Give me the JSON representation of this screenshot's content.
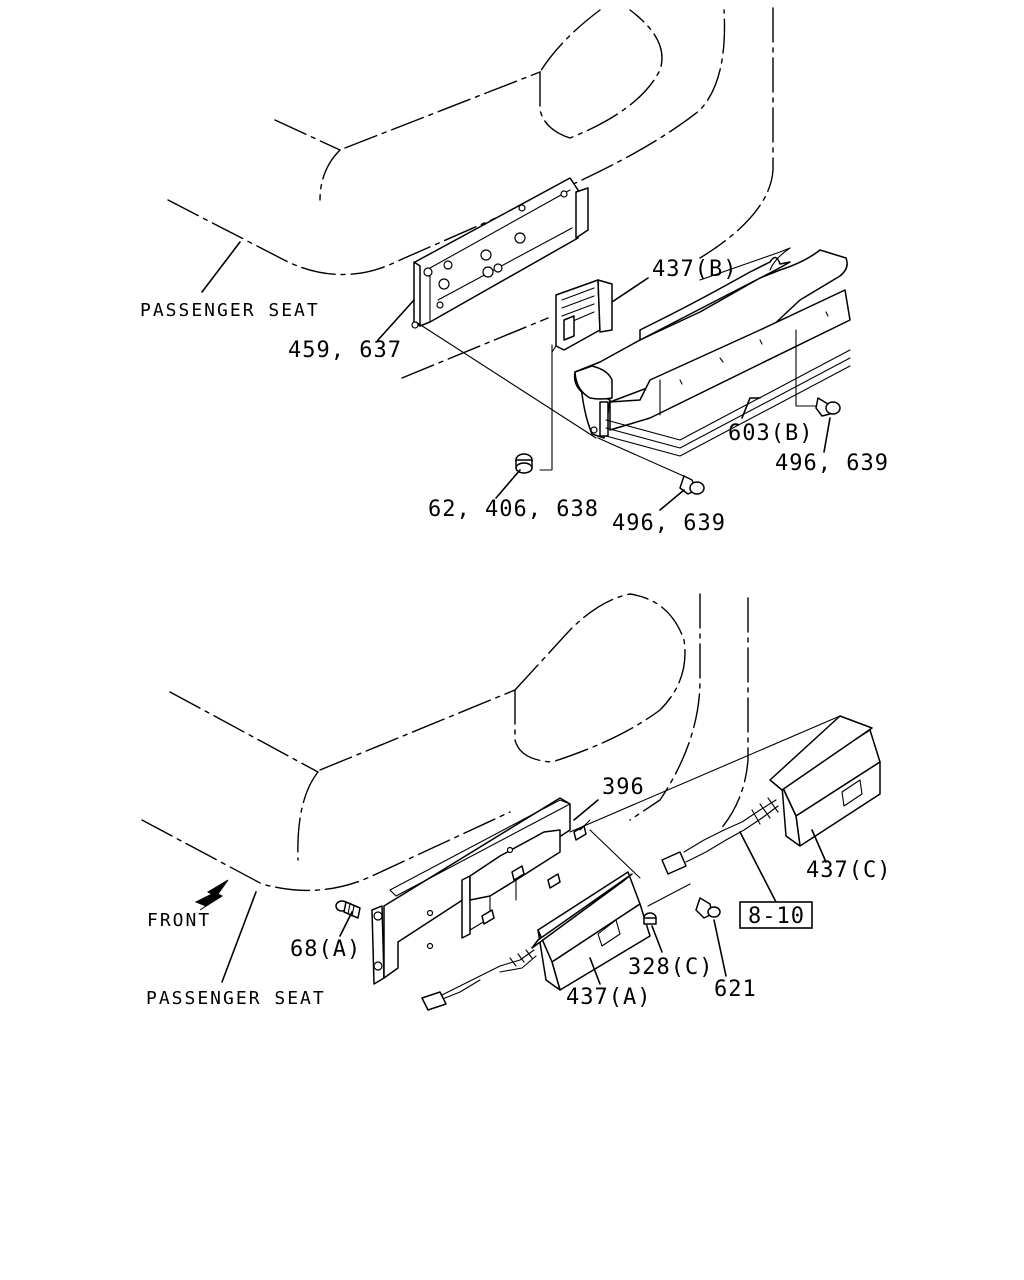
{
  "top_view": {
    "passenger_seat": "PASSENGER SEAT",
    "labels": {
      "l_437b": "437(B)",
      "l_459_637": "459, 637",
      "l_603b": "603(B)",
      "l_496_639_right": "496, 639",
      "l_62_406_638": "62, 406, 638",
      "l_496_639_bottom": "496, 639"
    }
  },
  "bottom_view": {
    "passenger_seat": "PASSENGER SEAT",
    "front": "FRONT",
    "labels": {
      "l_396": "396",
      "l_437c": "437(C)",
      "l_68a": "68(A)",
      "l_328c": "328(C)",
      "l_621": "621",
      "l_437a": "437(A)"
    },
    "reference_box": "8-10"
  }
}
